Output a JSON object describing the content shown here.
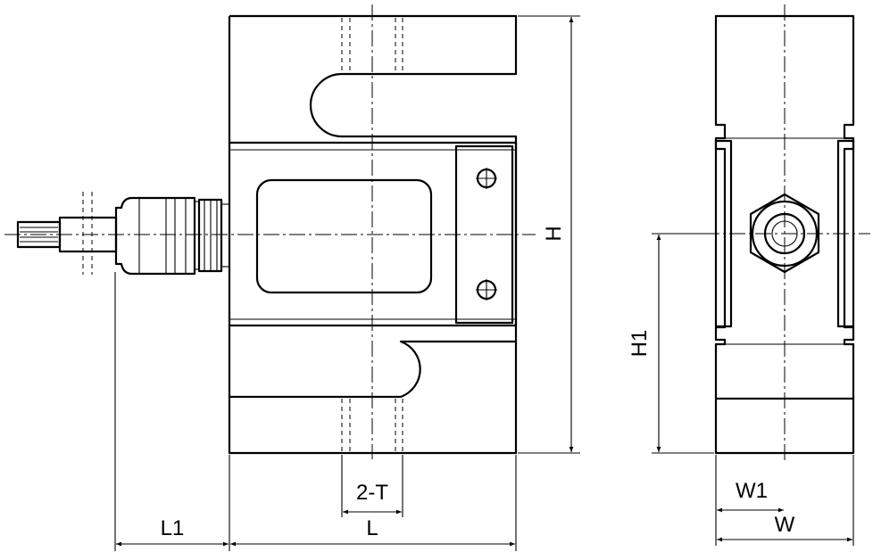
{
  "dimensions": {
    "h": "H",
    "h1": "H1",
    "two_t": "2-T",
    "l1": "L1",
    "l": "L",
    "w1": "W1",
    "w": "W"
  }
}
